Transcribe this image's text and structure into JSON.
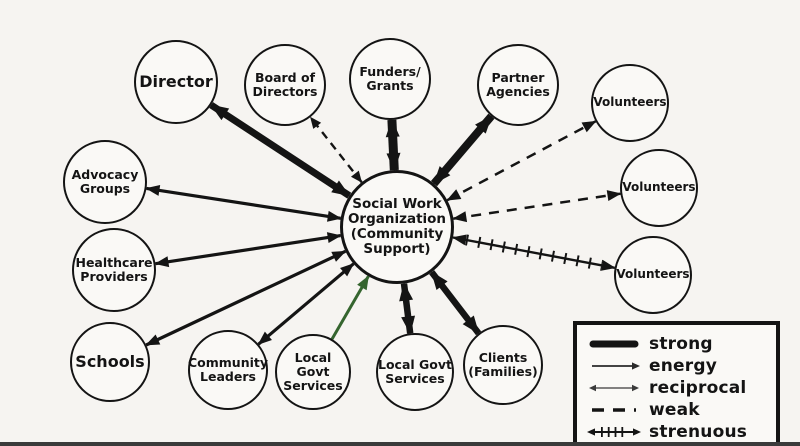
{
  "title": "Social work organization ecomap diagram",
  "colors": {
    "ink": "#141414",
    "background": "#f6f4f1",
    "energy_arrow_green": "#35652f",
    "legend_border": "#141414"
  },
  "center": {
    "id": "social-work-organization",
    "label": "Social Work\nOrganization\n(Community\nSupport)"
  },
  "nodes": [
    {
      "id": "director",
      "label": "Director"
    },
    {
      "id": "board-of-directors",
      "label": "Board of\nDirectors"
    },
    {
      "id": "funders-grants",
      "label": "Funders/\nGrants"
    },
    {
      "id": "partner-agencies",
      "label": "Partner\nAgencies"
    },
    {
      "id": "volunteers-1",
      "label": "Volunteers"
    },
    {
      "id": "volunteers-2",
      "label": "Volunteers"
    },
    {
      "id": "volunteers-3",
      "label": "Volunteers"
    },
    {
      "id": "advocacy-groups",
      "label": "Advocacy\nGroups"
    },
    {
      "id": "healthcare-providers",
      "label": "Healthcare\nProviders"
    },
    {
      "id": "schools",
      "label": "Schools"
    },
    {
      "id": "community-leaders",
      "label": "Community\nLeaders"
    },
    {
      "id": "local-govt-services-1",
      "label": "Local Govt\nServices"
    },
    {
      "id": "local-govt-services-2",
      "label": "Local Govt\nServices"
    },
    {
      "id": "clients-families",
      "label": "Clients\n(Families)"
    }
  ],
  "edges": [
    {
      "from": "social-work-organization",
      "to": "director",
      "type": "strong",
      "arrows": "both"
    },
    {
      "from": "social-work-organization",
      "to": "board-of-directors",
      "type": "weak",
      "arrows": "both"
    },
    {
      "from": "social-work-organization",
      "to": "funders-grants",
      "type": "strong",
      "arrows": "both"
    },
    {
      "from": "social-work-organization",
      "to": "partner-agencies",
      "type": "strong",
      "arrows": "both"
    },
    {
      "from": "social-work-organization",
      "to": "volunteers-1",
      "type": "weak",
      "arrows": "both"
    },
    {
      "from": "social-work-organization",
      "to": "volunteers-2",
      "type": "weak",
      "arrows": "both"
    },
    {
      "from": "social-work-organization",
      "to": "volunteers-3",
      "type": "strenuous",
      "arrows": "both"
    },
    {
      "from": "social-work-organization",
      "to": "advocacy-groups",
      "type": "reciprocal",
      "arrows": "both"
    },
    {
      "from": "social-work-organization",
      "to": "healthcare-providers",
      "type": "reciprocal",
      "arrows": "both"
    },
    {
      "from": "social-work-organization",
      "to": "schools",
      "type": "reciprocal",
      "arrows": "both"
    },
    {
      "from": "social-work-organization",
      "to": "community-leaders",
      "type": "reciprocal",
      "arrows": "both"
    },
    {
      "from": "local-govt-services-1",
      "to": "social-work-organization",
      "type": "energy",
      "arrows": "to",
      "color": "#35652f"
    },
    {
      "from": "social-work-organization",
      "to": "local-govt-services-2",
      "type": "strong",
      "arrows": "both"
    },
    {
      "from": "social-work-organization",
      "to": "clients-families",
      "type": "strong",
      "arrows": "both"
    }
  ],
  "legend": {
    "items": [
      {
        "id": "strong",
        "label": "strong"
      },
      {
        "id": "energy",
        "label": "energy"
      },
      {
        "id": "reciprocal",
        "label": "reciprocal"
      },
      {
        "id": "weak",
        "label": "weak"
      },
      {
        "id": "strenuous",
        "label": "strenuous"
      }
    ]
  }
}
